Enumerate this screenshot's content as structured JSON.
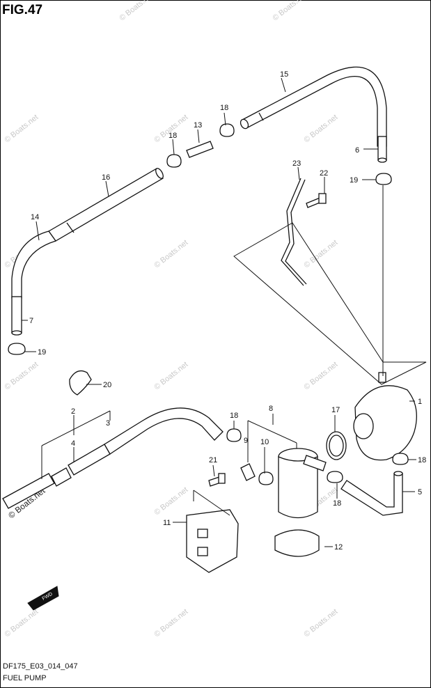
{
  "figure_label": "FIG.47",
  "diagram_code": "DF175_E03_014_047",
  "diagram_title": "FUEL PUMP",
  "watermark": "© Boats.net",
  "fwd_label": "FWD",
  "callouts": [
    "1",
    "2",
    "3",
    "4",
    "5",
    "6",
    "7",
    "8",
    "9",
    "10",
    "11",
    "12",
    "13",
    "14",
    "15",
    "16",
    "17",
    "18",
    "18",
    "18",
    "18",
    "18",
    "19",
    "19",
    "20",
    "21",
    "22",
    "23"
  ]
}
